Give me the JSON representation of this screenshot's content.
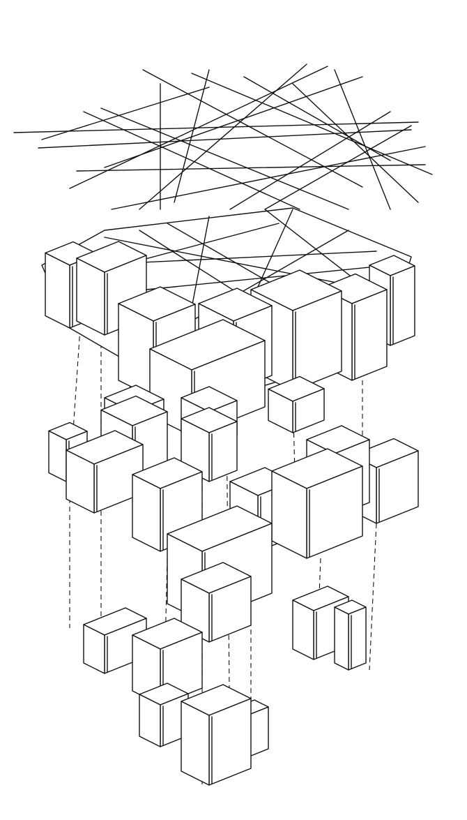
{
  "drawing": {
    "style": "hand-drawn exploded axonometric ink sketch",
    "layers": [
      "line-grid",
      "upper-slab",
      "middle-cluster",
      "lower-fragments"
    ]
  },
  "colors": {
    "ink": "#111111",
    "paper": "#ffffff"
  }
}
